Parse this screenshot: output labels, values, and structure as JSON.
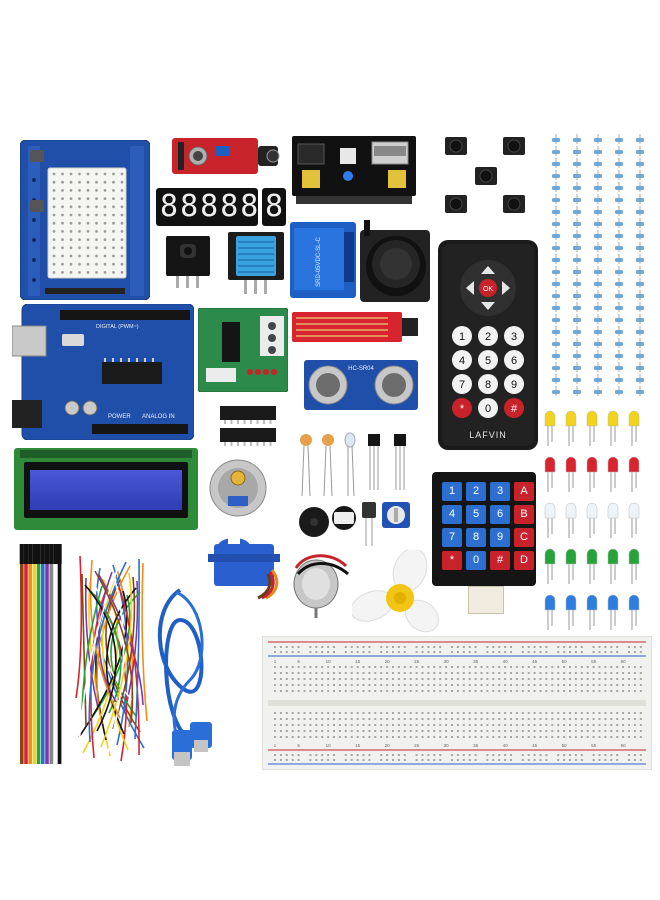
{
  "remote": {
    "brand": "LAFVIN",
    "ok_label": "OK",
    "keys": [
      "1",
      "2",
      "3",
      "4",
      "5",
      "6",
      "7",
      "8",
      "9",
      "*",
      "0",
      "#"
    ]
  },
  "keypad": {
    "keys": [
      "1",
      "2",
      "3",
      "A",
      "4",
      "5",
      "6",
      "B",
      "7",
      "8",
      "9",
      "C",
      "*",
      "0",
      "#",
      "D"
    ]
  },
  "seven_segment": {
    "digits": [
      "8",
      "8",
      "8",
      "8",
      "8"
    ],
    "single": "8"
  },
  "ultrasonic": {
    "label": "HC-SR04"
  },
  "relay": {
    "label": "SRD-05VDC-SL-C"
  },
  "boards": {
    "uno_power": "POWER",
    "uno_analog": "ANALOG IN",
    "uno_digital": "DIGITAL (PWM~)"
  },
  "breadboard": {
    "numbers": [
      "1",
      "5",
      "10",
      "15",
      "20",
      "25",
      "30",
      "35",
      "40",
      "45",
      "50",
      "55",
      "60"
    ]
  },
  "colors": {
    "pcb_blue": "#1f4fa8",
    "pcb_red": "#c8232b",
    "remote_black": "#1a1a1a",
    "lcd_green": "#2f8a3a",
    "lcd_screen": "#3a49c9",
    "breadboard": "#f1f1ef"
  }
}
